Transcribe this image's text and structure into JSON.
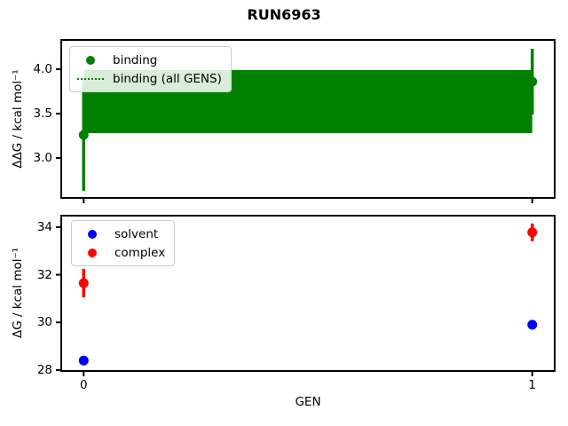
{
  "title": "RUN6963",
  "chart_data": [
    {
      "id": "binding-plot",
      "type": "scatter",
      "ylabel": "ΔΔG / kcal mol⁻¹",
      "xlabel": "",
      "xlim": [
        -0.05,
        1.05
      ],
      "ylim": [
        2.55,
        4.33
      ],
      "show_xtick_labels": false,
      "yticks": [
        {
          "v": 3.0,
          "label": "3.0"
        },
        {
          "v": 3.5,
          "label": "3.5"
        },
        {
          "v": 4.0,
          "label": "4.0"
        }
      ],
      "xticks": [
        {
          "v": 0,
          "label": "0"
        },
        {
          "v": 1,
          "label": "1"
        }
      ],
      "series": [
        {
          "name": "binding",
          "color": "#008000",
          "marker": "circle",
          "x": [
            0,
            1
          ],
          "y": [
            3.26,
            3.86
          ],
          "yerr": [
            0.63,
            0.37
          ]
        }
      ],
      "band": {
        "name": "binding (all GENS)",
        "color": "#008000",
        "x": [
          0,
          1
        ],
        "y_center": 3.635,
        "y_min": 3.28,
        "y_max": 3.99,
        "line_style": "dotted"
      },
      "legend": [
        {
          "label": "binding",
          "marker": "dot",
          "color": "#008000"
        },
        {
          "label": "binding (all GENS)",
          "marker": "dotted-line",
          "color": "#008000"
        }
      ],
      "legend_position": "upper-left"
    },
    {
      "id": "dg-plot",
      "type": "scatter",
      "ylabel": "ΔG / kcal mol⁻¹",
      "xlabel": "GEN",
      "xlim": [
        -0.05,
        1.05
      ],
      "ylim": [
        27.96,
        34.48
      ],
      "show_xtick_labels": true,
      "yticks": [
        {
          "v": 28,
          "label": "28"
        },
        {
          "v": 30,
          "label": "30"
        },
        {
          "v": 32,
          "label": "32"
        },
        {
          "v": 34,
          "label": "34"
        }
      ],
      "xticks": [
        {
          "v": 0,
          "label": "0"
        },
        {
          "v": 1,
          "label": "1"
        }
      ],
      "series": [
        {
          "name": "solvent",
          "color": "#0000ff",
          "marker": "circle",
          "x": [
            0,
            1
          ],
          "y": [
            28.4,
            29.9
          ],
          "yerr": [
            0.08,
            0.08
          ]
        },
        {
          "name": "complex",
          "color": "#ff0000",
          "marker": "circle",
          "x": [
            0,
            1
          ],
          "y": [
            31.65,
            33.78
          ],
          "yerr": [
            0.6,
            0.37
          ]
        }
      ],
      "legend": [
        {
          "label": "solvent",
          "marker": "dot",
          "color": "#0000ff"
        },
        {
          "label": "complex",
          "marker": "dot",
          "color": "#ff0000"
        }
      ],
      "legend_position": "upper-left"
    }
  ]
}
